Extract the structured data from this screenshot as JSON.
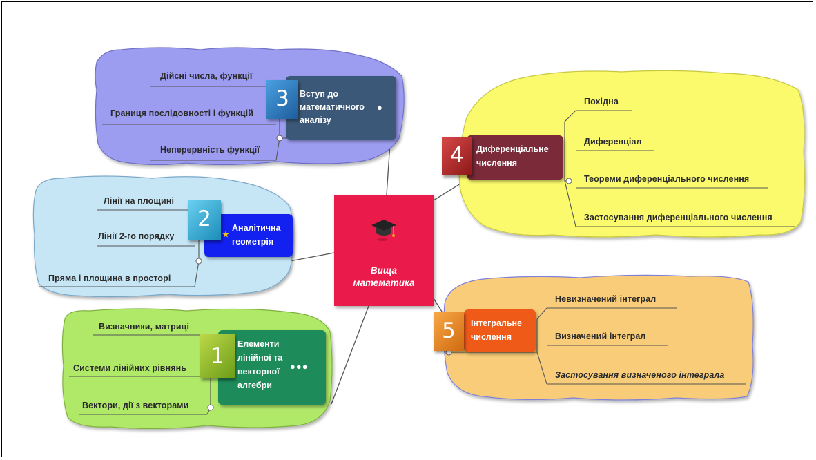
{
  "center": {
    "line1": "Вища",
    "line2": "математика"
  },
  "branches": [
    {
      "number": "3",
      "topic": [
        "Вступ до",
        "математичного",
        "аналізу"
      ],
      "items": [
        "Дійсні числа, функції",
        "Границя послідовності і функцій",
        "Неперервність функції"
      ],
      "colors": {
        "cloud": "#9c9cf0",
        "box": "#3b5878",
        "num": "#2a7cc0"
      }
    },
    {
      "number": "2",
      "topic": [
        "Аналітична",
        "геометрія"
      ],
      "items": [
        "Лінії на площині",
        "Лінії 2-го порядку",
        "Пряма і площина в просторі"
      ],
      "colors": {
        "cloud": "#c6e6f6",
        "box": "#1220f0",
        "num": "#2bb0d8"
      }
    },
    {
      "number": "1",
      "topic": [
        "Елементи",
        "лінійної та",
        "векторної",
        "алгебри"
      ],
      "items": [
        "Визначники, матриці",
        "Системи лінійних рівнянь",
        "Вектори, дії з векторами"
      ],
      "colors": {
        "cloud": "#b0e868",
        "box": "#1e8c5a",
        "num": "#8cbc28"
      }
    },
    {
      "number": "4",
      "topic": [
        "Диференціальне",
        "числення"
      ],
      "items": [
        "Похідна",
        "Диференціал",
        "Теореми диференціального числення",
        "Застосування диференціального числення"
      ],
      "colors": {
        "cloud": "#fafa6c",
        "box": "#7a2a38",
        "num": "#b02a2a"
      }
    },
    {
      "number": "5",
      "topic": [
        "Інтегральне",
        "числення"
      ],
      "items": [
        "Невизначений інтеграл",
        "Визначений інтеграл",
        "Застосування визначеного інтеграла"
      ],
      "colors": {
        "cloud": "#f8cc78",
        "box": "#f05a18",
        "num": "#f08c2a"
      }
    }
  ],
  "icons": [
    "graduation-cap-icon",
    "star-icon",
    "info-icon",
    "three-dots-icon"
  ]
}
